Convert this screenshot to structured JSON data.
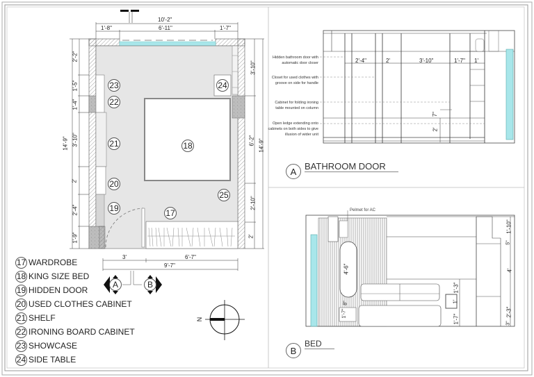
{
  "drawing": {
    "plan": {
      "overall_width": "10'-2\"",
      "top_dims": [
        "1'-8\"",
        "6'-11\"",
        "1'-7\""
      ],
      "bottom_dims": [
        "3'",
        "6'-7\""
      ],
      "bottom_overall": "9'-7\"",
      "left_dims": [
        "2'-2\"",
        "1'-5\"",
        "1'-4\"",
        "3'-10\"",
        "2'",
        "2'-4\"",
        "1'-9\""
      ],
      "left_overall": "14'-9\"",
      "right_dims": [
        "3'-10\"",
        "6'-2\"",
        "2'-10\"",
        "2'"
      ],
      "right_overall": "14'-9\"",
      "tags": [
        "17",
        "18",
        "19",
        "20",
        "21",
        "22",
        "23",
        "24",
        "25"
      ],
      "section_markers": [
        "A",
        "B"
      ],
      "north_label": "N"
    },
    "legend": [
      {
        "num": "17",
        "label": "WARDROBE"
      },
      {
        "num": "18",
        "label": "KING SIZE BED"
      },
      {
        "num": "19",
        "label": "HIDDEN DOOR"
      },
      {
        "num": "20",
        "label": "USED CLOTHES CABINET"
      },
      {
        "num": "21",
        "label": "SHELF"
      },
      {
        "num": "22",
        "label": "IRONING BOARD CABINET"
      },
      {
        "num": "23",
        "label": "SHOWCASE"
      },
      {
        "num": "24",
        "label": "SIDE TABLE"
      }
    ],
    "elevation_a": {
      "marker": "A",
      "title": "BATHROOM DOOR",
      "dims": [
        "2'-4\"",
        "2'",
        "3'-10\"",
        "1'-7\"",
        "1'"
      ],
      "vdims": [
        "7\"",
        "2'"
      ],
      "notes": [
        "Hidden bathroom door with automatic door closer",
        "Closet for used clothes with groove on side for handle",
        "Cabinet for folding ironing table mounted on column",
        "Open ledge extending onto cabinets on both sides to give illusion of wider unit"
      ]
    },
    "elevation_b": {
      "marker": "B",
      "title": "BED",
      "note": "Pelmet for AC",
      "left_dims": [
        "4'-6\"",
        "8\"",
        "1'-7\""
      ],
      "mid_dims": [
        "1'-3\"",
        "1'",
        "1'-7\""
      ],
      "right_dims": [
        "1'-10\"",
        "5\"",
        "4'",
        "2'-3\"",
        "3\""
      ]
    },
    "colors": {
      "line": "#333333",
      "floor_fill": "#e6e6e6",
      "glass": "#a8e6ea",
      "column": "#b5b5b5",
      "border": "#9a9a9a"
    }
  }
}
